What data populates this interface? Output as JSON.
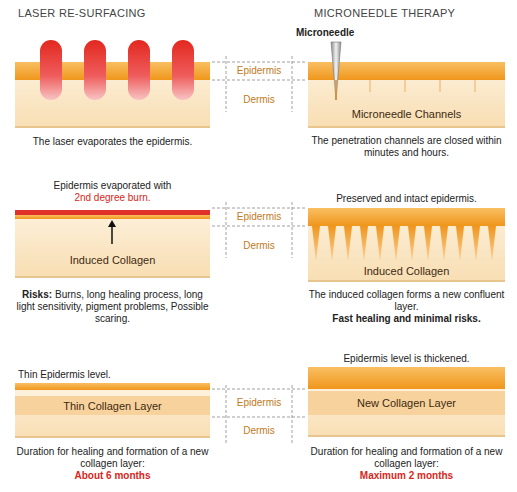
{
  "diagram": {
    "nodes": [
      {
        "text": [
          "Microneedle Channels"
        ]
      },
      {
        "text": [
          "Induced Collagen"
        ]
      },
      {
        "text": [
          "Induced Collagen"
        ]
      },
      {
        "text": [
          "Thin Collagen Layer"
        ]
      },
      {
        "text": [
          "New Collagen Layer"
        ]
      }
    ],
    "labels": [
      "LASER RE-SURFACING",
      "MICRONEEDLE THERAPY",
      "Microneedle",
      "Epidermis",
      "Dermis",
      "The laser evaporates the epidermis.",
      "The penetration channels are closed within minutes and hours.",
      "Epidermis evaporated with",
      "2nd degree burn.",
      "Epidermis",
      "Dermis",
      "Preserved and intact epidermis.",
      "Risks:",
      "Burns, long healing process, long light sensitivity, pigment problems, Possible scaring.",
      "The induced collagen forms a new confluent layer.",
      "Fast healing and minimal risks.",
      "Thin Epidermis level.",
      "Epidermis",
      "Dermis",
      "Epidermis level is thickened.",
      "Duration for healing and formation of a new collagen layer:",
      "About 6 months",
      "Duration for healing and formation of a new collagen layer:",
      "Maximum 2 months"
    ]
  }
}
